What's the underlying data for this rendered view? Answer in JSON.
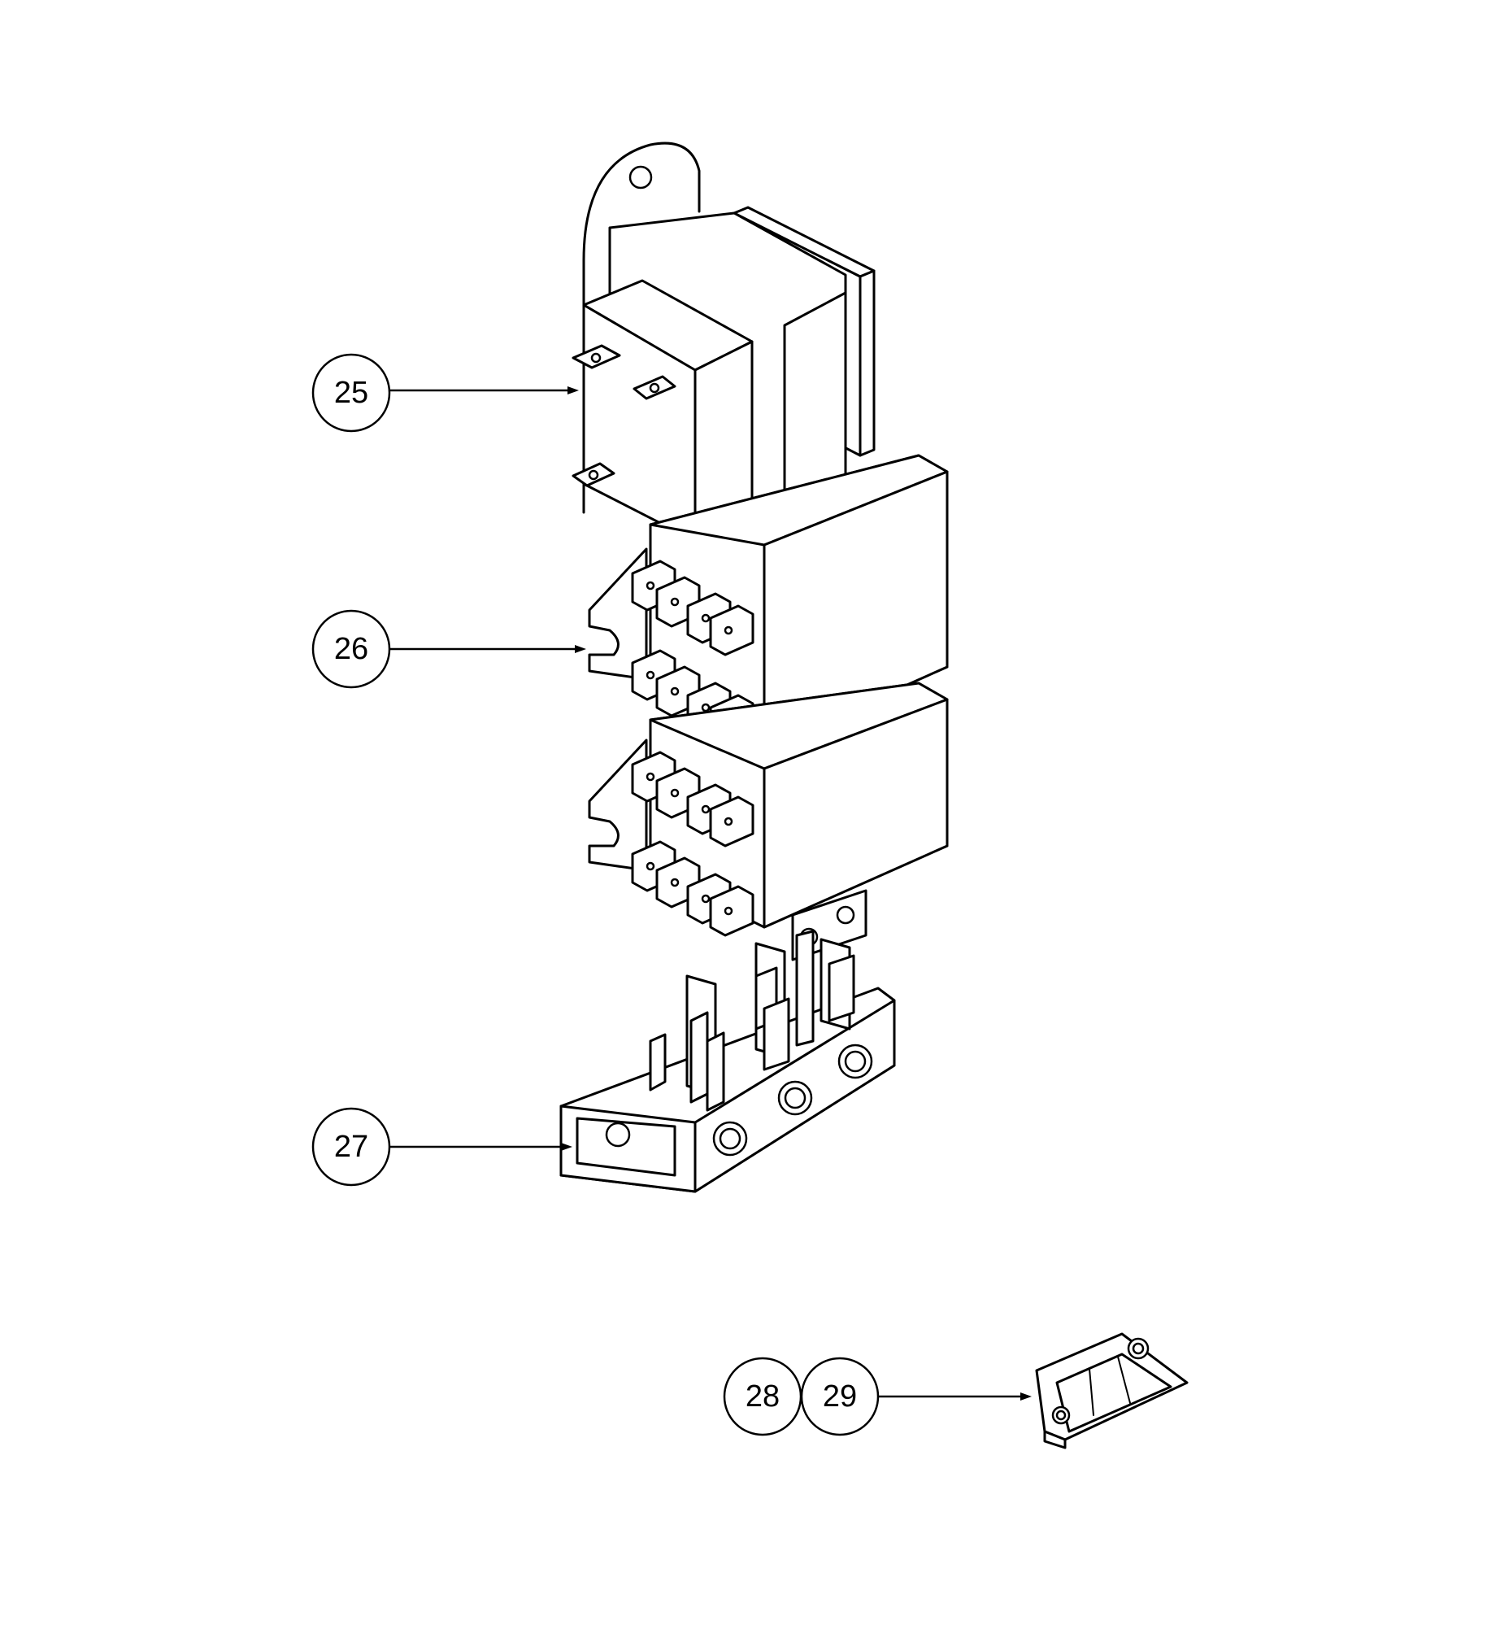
{
  "callouts": [
    {
      "id": "25",
      "label": "25",
      "part": "transformer"
    },
    {
      "id": "26",
      "label": "26",
      "part": "relay"
    },
    {
      "id": "27",
      "label": "27",
      "part": "terminal-block"
    },
    {
      "id": "28",
      "label": "28",
      "part": "thermostat"
    },
    {
      "id": "29",
      "label": "29",
      "part": "thermostat"
    }
  ]
}
